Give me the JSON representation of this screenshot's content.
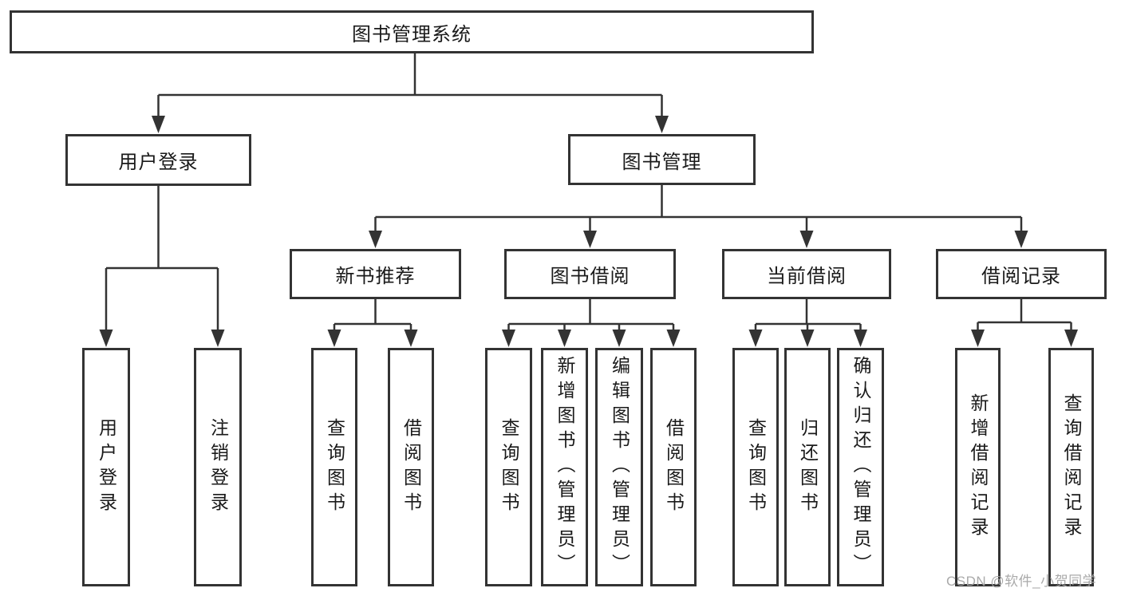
{
  "diagram_title": "图书管理系统",
  "tree": {
    "label": "图书管理系统",
    "children": [
      {
        "label": "用户登录",
        "children": [
          {
            "label": "用户登录"
          },
          {
            "label": "注销登录"
          }
        ]
      },
      {
        "label": "图书管理",
        "children": [
          {
            "label": "新书推荐",
            "children": [
              {
                "label": "查询图书"
              },
              {
                "label": "借阅图书"
              }
            ]
          },
          {
            "label": "图书借阅",
            "children": [
              {
                "label": "查询图书"
              },
              {
                "label": "新增图书（管理员）"
              },
              {
                "label": "编辑图书（管理员）"
              },
              {
                "label": "借阅图书"
              }
            ]
          },
          {
            "label": "当前借阅",
            "children": [
              {
                "label": "查询图书"
              },
              {
                "label": "归还图书"
              },
              {
                "label": "确认归还（管理员）"
              }
            ]
          },
          {
            "label": "借阅记录",
            "children": [
              {
                "label": "新增借阅记录"
              },
              {
                "label": "查询借阅记录"
              }
            ]
          }
        ]
      }
    ]
  },
  "watermark": {
    "text": "CSDN @软件_小贺同学"
  },
  "colors": {
    "line": "#333333",
    "box_border": "#333333",
    "text": "#1a1a1a",
    "background": "#ffffff",
    "watermark": "#a5a5a5"
  }
}
